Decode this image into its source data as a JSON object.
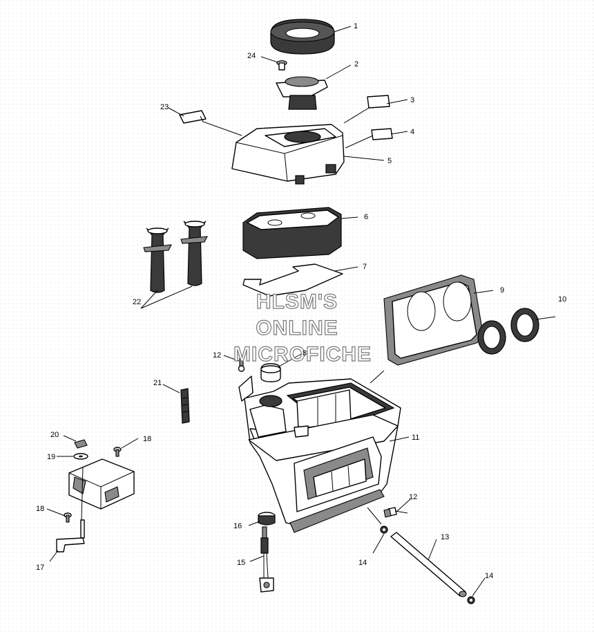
{
  "watermark": {
    "line1": "HLSM'S",
    "line2": "ONLINE",
    "line3": "MICROFICHE"
  },
  "callouts": {
    "c1": "1",
    "c2": "2",
    "c3": "3",
    "c4": "4",
    "c5": "5",
    "c6": "6",
    "c7": "7",
    "c8": "8",
    "c9": "9",
    "c10": "10",
    "c11": "11",
    "c12a": "12",
    "c12b": "12",
    "c13": "13",
    "c14a": "14",
    "c14b": "14",
    "c15": "15",
    "c16": "16",
    "c17": "17",
    "c18a": "18",
    "c18b": "18",
    "c19": "19",
    "c20": "20",
    "c21": "21",
    "c22": "22",
    "c23": "23",
    "c24": "24"
  }
}
